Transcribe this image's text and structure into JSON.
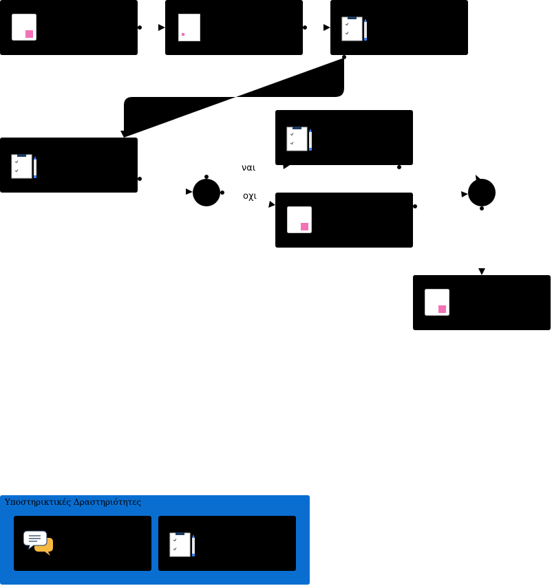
{
  "flow": {
    "conditions": {
      "yes": "ναι",
      "no": "οχι"
    }
  },
  "support": {
    "title": "Υποστηρικτικές Δραστηριότητες"
  },
  "colors": {
    "node": "#000000",
    "panel": "#0a6ed1",
    "resource_accent": "#f472b6",
    "pencil": "#3b82f6"
  },
  "icons": {
    "resource": "document-resource-icon",
    "assessment": "clipboard-pencil-icon",
    "discussion": "speech-bubbles-icon"
  }
}
